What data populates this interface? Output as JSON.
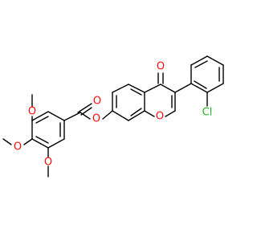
{
  "molecule": {
    "labels": {
      "ketone_o": "O",
      "ester_carbonyl_o": "O",
      "ester_o": "O",
      "ring_o": "O",
      "chlorine": "Cl",
      "methoxy_o_top": "O",
      "methoxy_o_middle": "O",
      "methoxy_o_bottom": "O"
    },
    "colors": {
      "bond": "#000000",
      "oxygen": "#ff0d0d",
      "chlorine": "#1fb81f"
    }
  }
}
